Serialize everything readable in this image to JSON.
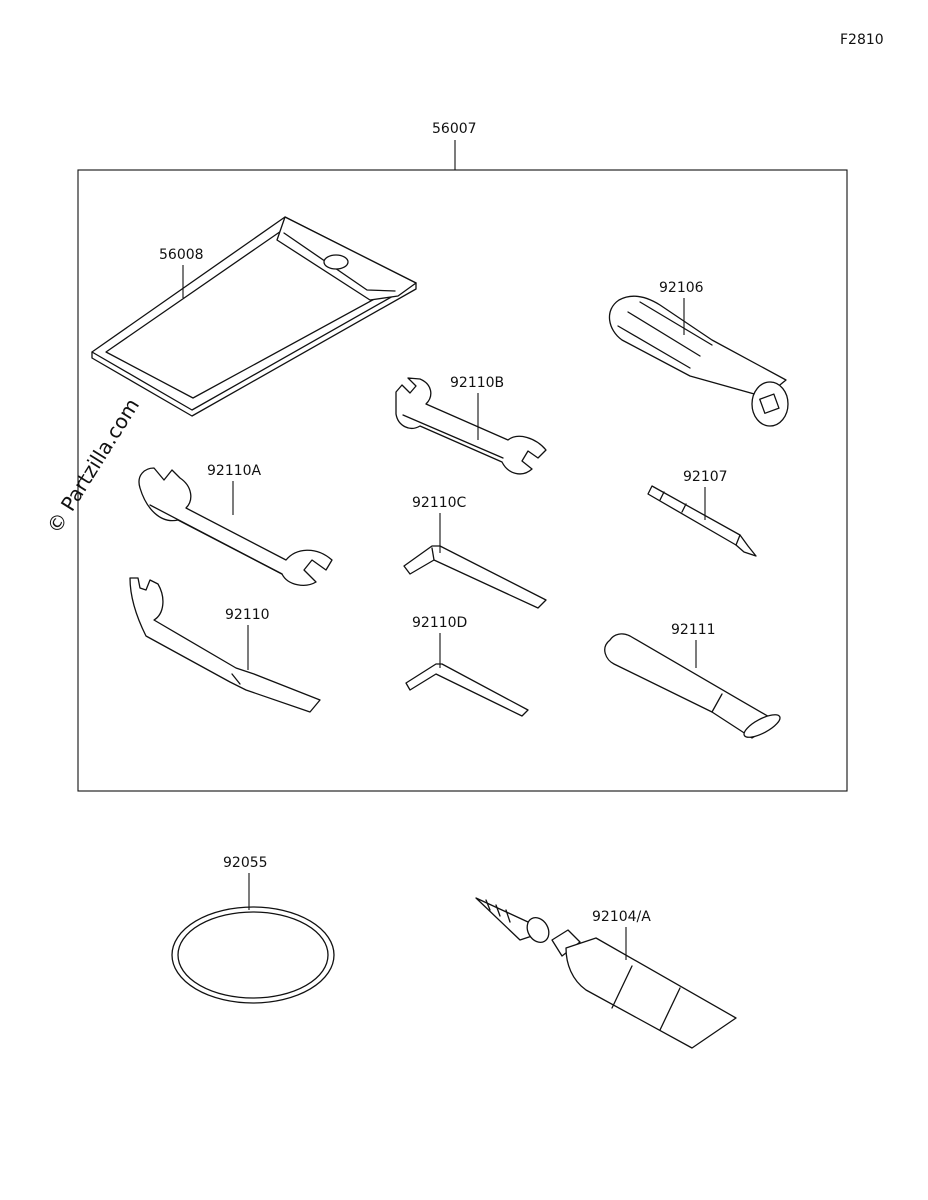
{
  "diagram": {
    "figure_code": "F2810",
    "watermark": "© Partzilla.com",
    "kit_group_label": "56007",
    "parts": {
      "p56008": "56008",
      "p92106": "92106",
      "p92110B": "92110B",
      "p92110A": "92110A",
      "p92107": "92107",
      "p92110C": "92110C",
      "p92110": "92110",
      "p92110D": "92110D",
      "p92111": "92111",
      "p92055": "92055",
      "p92104A": "92104/A"
    }
  }
}
